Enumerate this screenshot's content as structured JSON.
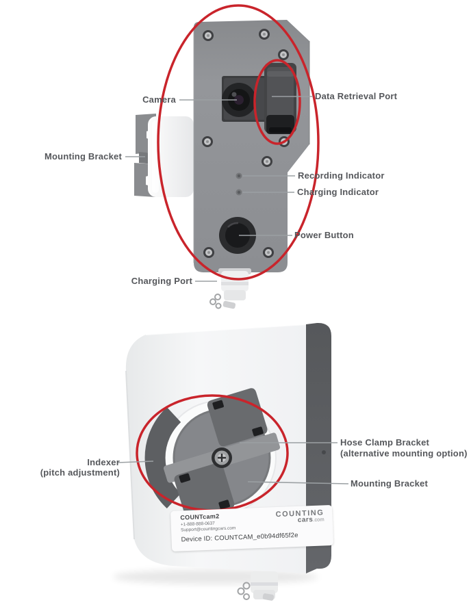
{
  "meta": {
    "description": "Annotated parts diagram of COUNTcam2 traffic-counting camera, front and back views, with red callout ellipses"
  },
  "colors": {
    "annotation_red": "#c9242b",
    "label_text": "#55575b",
    "leader_line": "#9ba0a3"
  },
  "front_view": {
    "labels": {
      "camera": "Camera",
      "data_retrieval_port": "Data Retrieval Port",
      "mounting_bracket": "Mounting Bracket",
      "recording_indicator": "Recording Indicator",
      "charging_indicator": "Charging Indicator",
      "power_button": "Power Button",
      "charging_port": "Charging Port"
    }
  },
  "back_view": {
    "labels": {
      "hose_clamp_bracket": "Hose Clamp Bracket",
      "hose_clamp_bracket_note": "(alternative mounting option)",
      "indexer": "Indexer",
      "indexer_note": "(pitch adjustment)",
      "mounting_bracket": "Mounting Bracket"
    },
    "sticker": {
      "product_name": "COUNTcam2",
      "phone": "+1-888-888-0637",
      "email": "Support@countingcars.com",
      "logo_line1": "COUNTING",
      "logo_cars": "cars",
      "logo_dotcom": ".com",
      "device_id": "Device ID: COUNTCAM_e0b94df65f2e"
    }
  }
}
